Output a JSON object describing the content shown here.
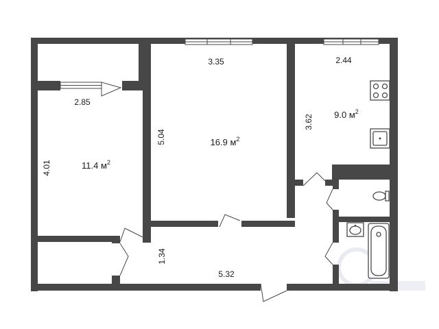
{
  "plan": {
    "rooms": [
      {
        "id": "room-left",
        "area_value": "11.4 м",
        "area_sup": "2",
        "width": "2.85",
        "length": "4.01"
      },
      {
        "id": "room-center",
        "area_value": "16.9 м",
        "area_sup": "2",
        "width": "3.35",
        "length": "5.04"
      },
      {
        "id": "kitchen",
        "area_value": "9.0 м",
        "area_sup": "2",
        "width": "2.44",
        "length": "3.62"
      }
    ],
    "hallway": {
      "width": "1.34",
      "length": "5.32"
    }
  }
}
